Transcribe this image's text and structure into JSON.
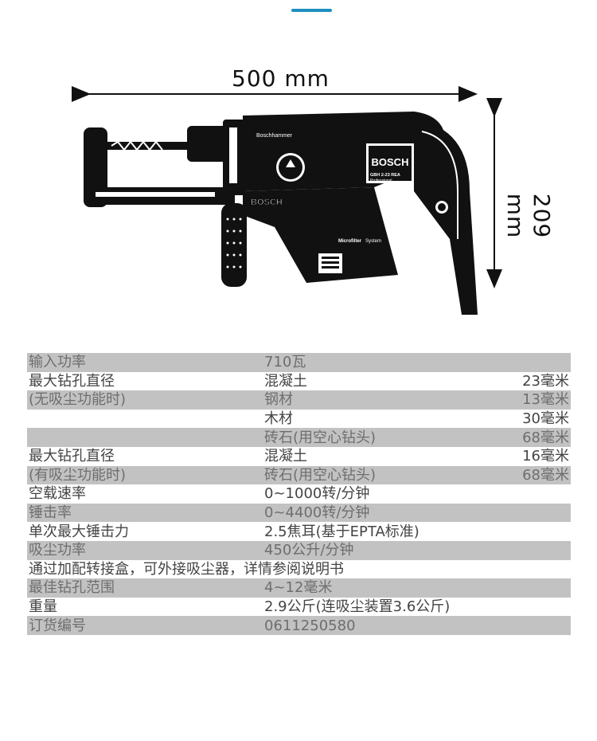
{
  "dimensions": {
    "width": "500 mm",
    "height": "209 mm"
  },
  "product": {
    "brand": "BOSCH",
    "model": "GBH 2-23 REA",
    "series": "Professional",
    "side_label": "Boschhammer",
    "module_brand": "BOSCH",
    "module_label_bold": "Microfilter",
    "module_label": "System"
  },
  "colors": {
    "accent": "#1e8fc0",
    "row_gray": "#c2c2c2"
  },
  "specs": [
    {
      "label": "输入功率",
      "item": "710瓦",
      "value": ""
    },
    {
      "label": "最大钻孔直径",
      "item": "混凝土",
      "value": "23毫米"
    },
    {
      "label": "(无吸尘功能时)",
      "item": "钢材",
      "value": "13毫米"
    },
    {
      "label": "",
      "item": "木材",
      "value": "30毫米"
    },
    {
      "label": "",
      "item": "砖石(用空心钻头)",
      "value": "68毫米"
    },
    {
      "label": "最大钻孔直径",
      "item": "混凝土",
      "value": "16毫米"
    },
    {
      "label": "(有吸尘功能时)",
      "item": "砖石(用空心钻头)",
      "value": "68毫米"
    },
    {
      "label": "空载速率",
      "item": "0~1000转/分钟",
      "value": ""
    },
    {
      "label": "锤击率",
      "item": "0~4400转/分钟",
      "value": ""
    },
    {
      "label": "单次最大锤击力",
      "item": "2.5焦耳(基于EPTA标准)",
      "value": ""
    },
    {
      "label": "吸尘功率",
      "item": "450公升/分钟",
      "value": ""
    },
    {
      "label": "通过加配转接盒，可外接吸尘器，详情参阅说明书",
      "item": "",
      "value": ""
    },
    {
      "label": "最佳钻孔范围",
      "item": "4~12毫米",
      "value": ""
    },
    {
      "label": "重量",
      "item": "2.9公斤(连吸尘装置3.6公斤)",
      "value": ""
    },
    {
      "label": "订货编号",
      "item": "0611250580",
      "value": ""
    }
  ]
}
